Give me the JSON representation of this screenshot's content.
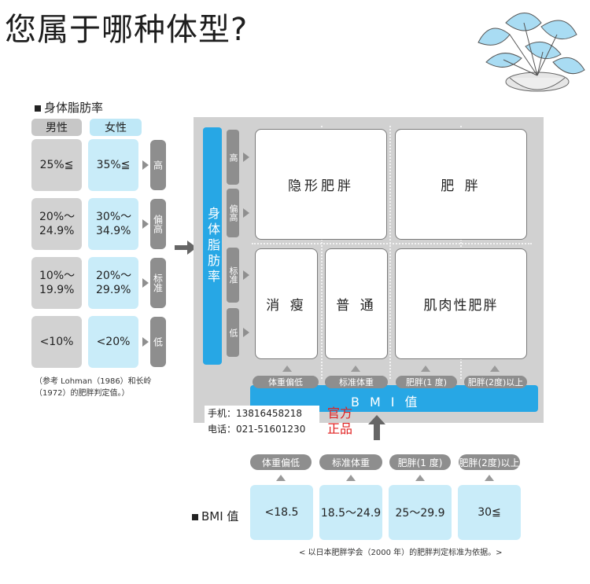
{
  "title": "您属于哪种体型?",
  "body_fat": {
    "section_title": "身体脂肪率",
    "male_header": "男性",
    "female_header": "女性",
    "rows": [
      {
        "male": "25%≦",
        "female": "35%≦",
        "level": "高"
      },
      {
        "male": "20%～\n24.9%",
        "female": "30%～\n34.9%",
        "level": "偏高"
      },
      {
        "male": "10%～\n19.9%",
        "female": "20%～\n29.9%",
        "level": "标准"
      },
      {
        "male": "<10%",
        "female": "<20%",
        "level": "低"
      }
    ],
    "note": "（参考 Lohman（1986）和长岭（1972）的肥胖判定值。）"
  },
  "matrix": {
    "vertical_label": "身体脂肪率",
    "levels": [
      "高",
      "偏高",
      "标准",
      "低"
    ],
    "boxes": {
      "hidden_obese": "隐形肥胖",
      "obese": "肥 胖",
      "thin": "消 瘦",
      "normal": "普 通",
      "muscular_obese": "肌肉性肥胖"
    },
    "bmi_pills": [
      "体重偏低",
      "标准体重",
      "肥胖(1 度)",
      "肥胖(2度)以上"
    ],
    "bmi_label": "BMI值"
  },
  "contact": {
    "phone_label": "手机：",
    "phone": "13816458218",
    "tel_label": "电话：",
    "tel": "021-51601230",
    "tag_line1": "官方",
    "tag_line2": "正品"
  },
  "bmi_table": {
    "section_title": "BMI 值",
    "categories": [
      "体重偏低",
      "标准体重",
      "肥胖(1 度)",
      "肥胖(2度)以上"
    ],
    "values": [
      "<18.5",
      "18.5～24.9",
      "25～29.9",
      "30≦"
    ],
    "note": "< 以日本肥胖学会（2000 年）的肥胖判定标准为依据。>"
  },
  "colors": {
    "accent_blue": "#27a7e5",
    "light_blue": "#c9ecf9",
    "gray": "#8e8e8e"
  }
}
